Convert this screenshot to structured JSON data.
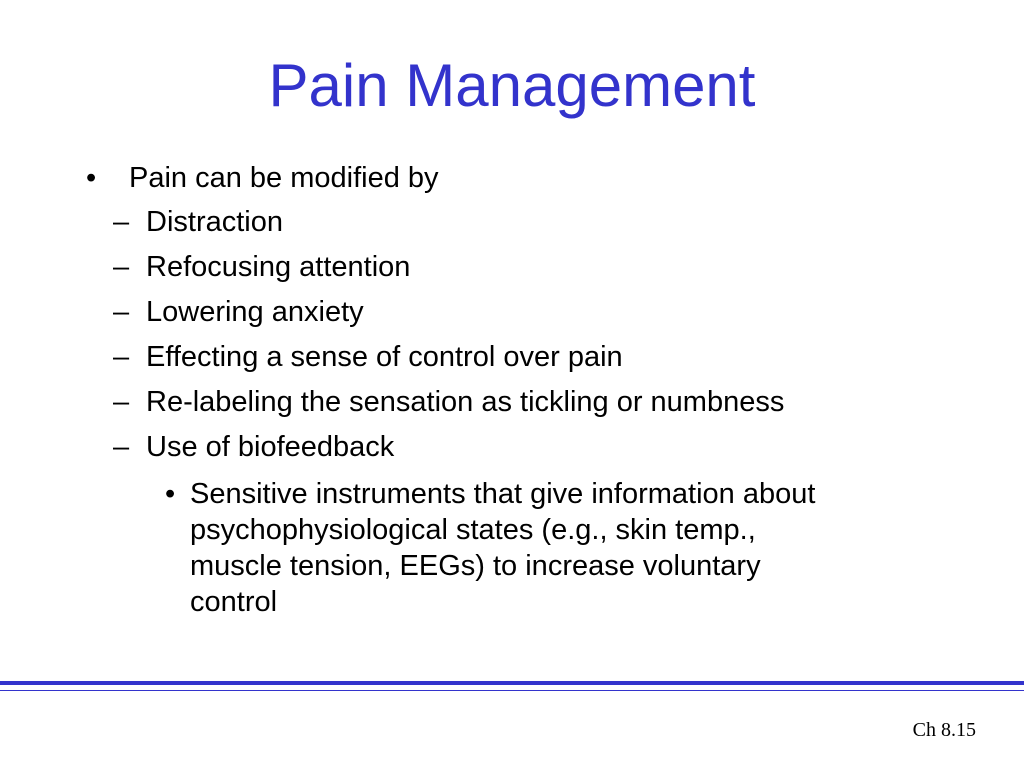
{
  "slide": {
    "title": "Pain Management",
    "colors": {
      "title": "#3333cc",
      "rule": "#3333cc",
      "text": "#000000"
    },
    "bullet_markers": {
      "level1": "•",
      "level2": "–",
      "level3": "•"
    },
    "main_bullet": "Pain can be modified by",
    "sub_bullets": [
      "Distraction",
      "Refocusing attention",
      "Lowering anxiety",
      "Effecting a sense of control over pain",
      "Re-labeling the sensation as tickling or numbness",
      "Use of biofeedback"
    ],
    "sub_sub_bullet_lines": [
      "Sensitive instruments that give information about",
      "psychophysiological states (e.g., skin temp.,",
      "muscle tension, EEGs) to increase voluntary",
      "control"
    ],
    "footer": "Ch 8.15"
  }
}
